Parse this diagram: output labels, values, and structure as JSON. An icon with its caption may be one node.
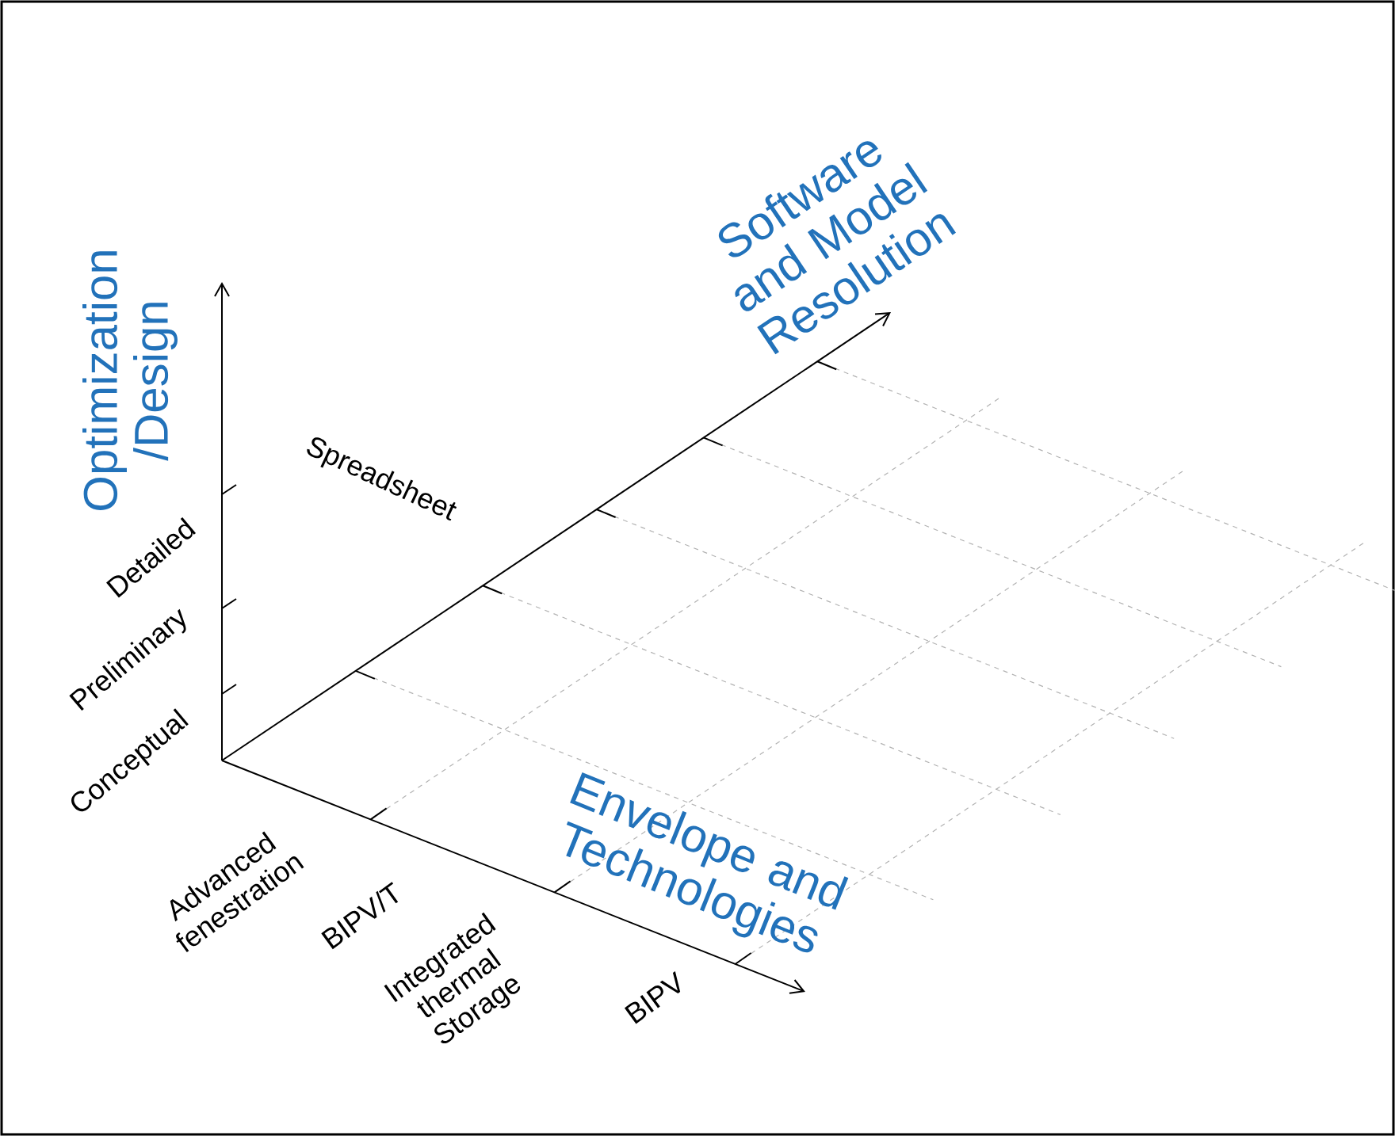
{
  "diagram": {
    "labels": [
      "Optimization /Design",
      "Software and Model Resolution",
      "Detailed",
      "Spreadsheet",
      "Preliminary",
      "Conceptual",
      "Envelope and Technologies",
      "Advanced fenestration",
      "BIPV/T",
      "Integrated thermal Storage",
      "BIPV"
    ]
  }
}
